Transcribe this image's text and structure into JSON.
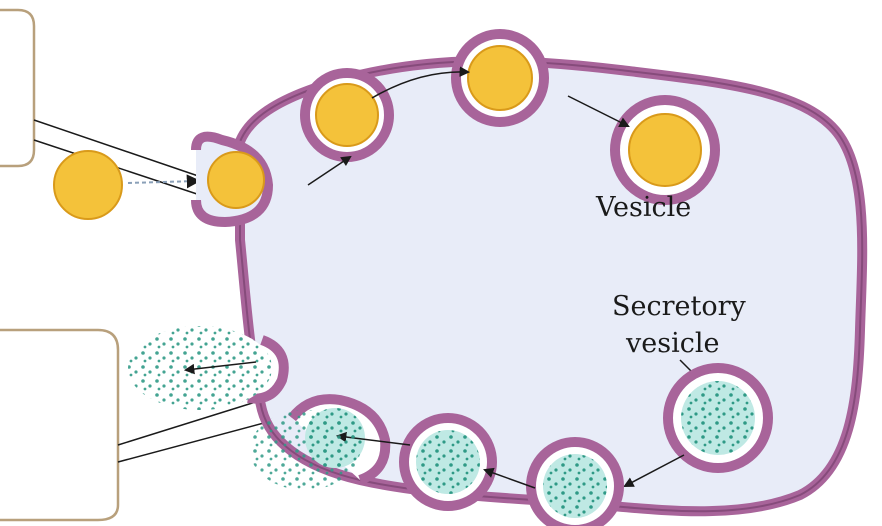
{
  "labels": {
    "vesicle": "Vesicle",
    "secretory_line1": "Secretory",
    "secretory_line2": "vesicle"
  },
  "colors": {
    "membrane": "#a8649a",
    "membrane_dark": "#6f3a67",
    "cytoplasm": "#e8ecf8",
    "cargo": "#f4c23a",
    "cargo_edge": "#d99a1a",
    "secretory_fill": "#bfe9e4",
    "secretory_dots": "#2f9a86",
    "arrow": "#1a1a1a",
    "callout": "#b8a07c"
  }
}
